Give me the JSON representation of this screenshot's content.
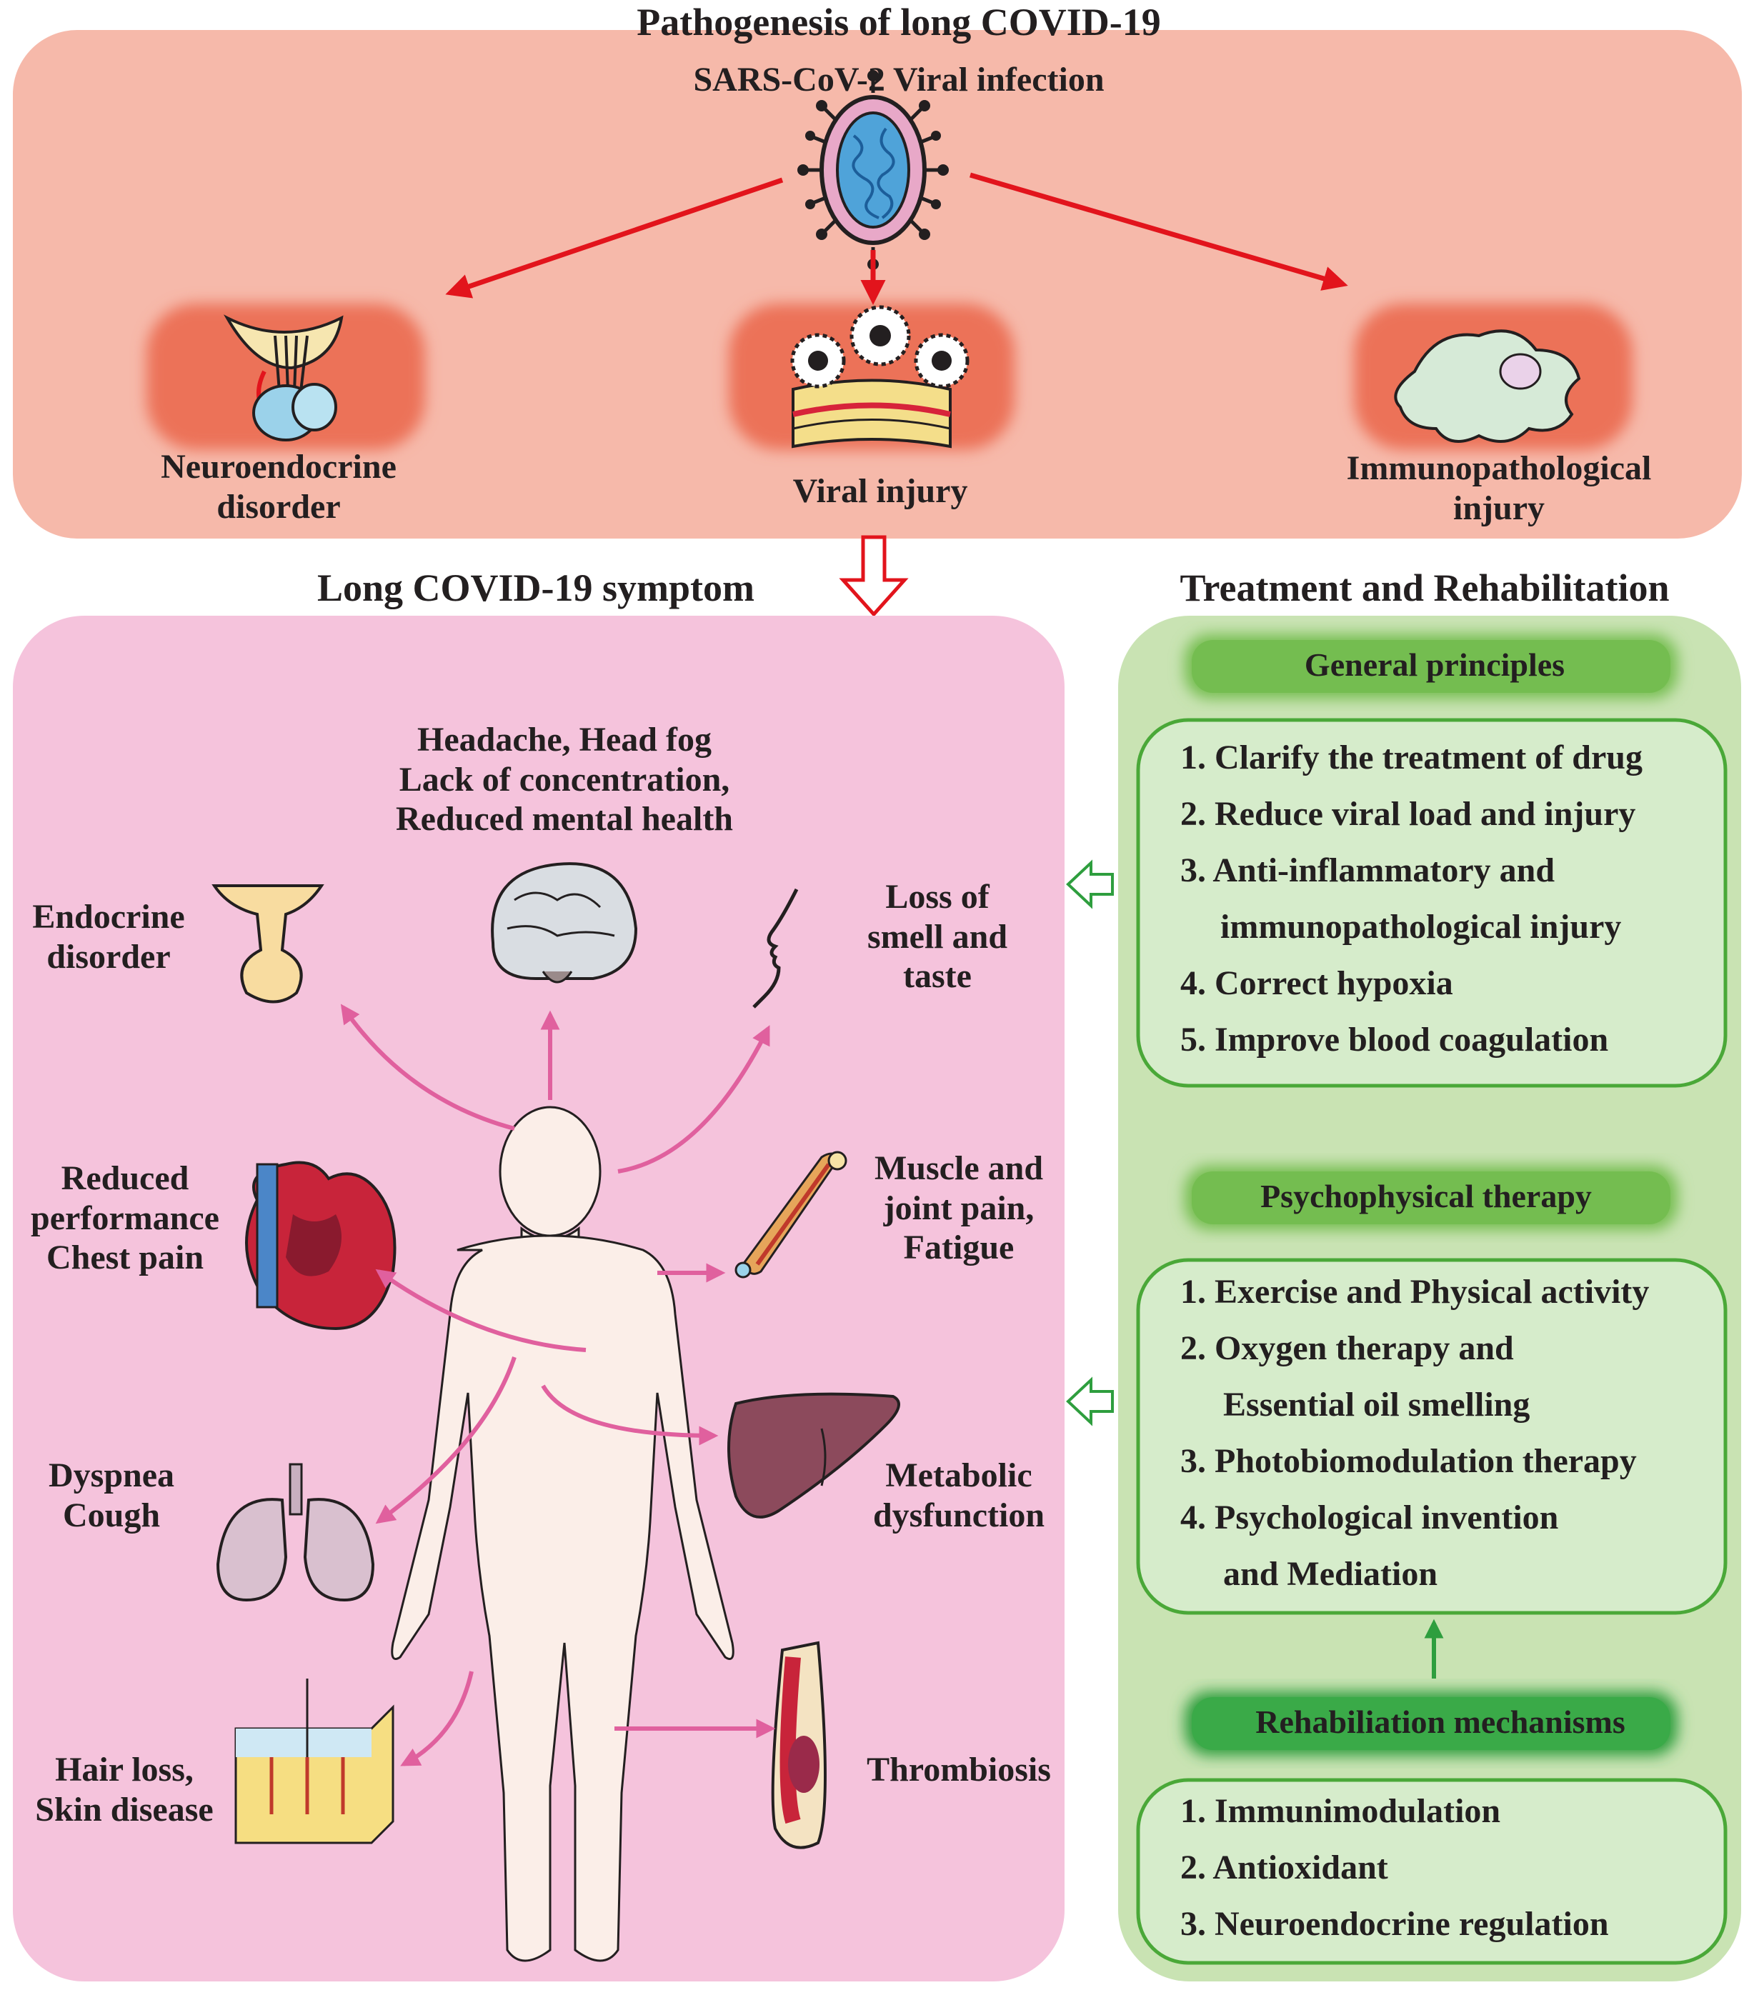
{
  "title": "Pathogenesis of long COVID-19",
  "infection_label": "SARS-CoV-2 Viral infection",
  "pathogenesis": {
    "neuroendocrine": [
      "Neuroendocrine",
      "disorder"
    ],
    "viral": "Viral injury",
    "immuno": [
      "Immunopathological",
      "injury"
    ]
  },
  "symptom_header": "Long COVID-19 symptom",
  "treatment_header": "Treatment and Rehabilitation",
  "symptoms": {
    "head": [
      "Headache, Head fog",
      "Lack of concentration,",
      "Reduced mental health"
    ],
    "endocrine": [
      "Endocrine",
      "disorder"
    ],
    "smell": [
      "Loss of",
      "smell and",
      "taste"
    ],
    "heart": [
      "Reduced",
      "performance",
      "Chest pain"
    ],
    "muscle": [
      "Muscle and",
      "joint pain,",
      "Fatigue"
    ],
    "lung": [
      "Dyspnea",
      "Cough"
    ],
    "liver": [
      "Metabolic",
      "dysfunction"
    ],
    "skin": [
      "Hair loss,",
      "Skin disease"
    ],
    "thrombosis": "Thrombiosis"
  },
  "general": {
    "title": "General principles",
    "items": [
      "1. Clarify the treatment of drug",
      "2. Reduce viral load and injury",
      "3. Anti-inflammatory and",
      "immunopathological injury",
      "4. Correct hypoxia",
      "5. Improve blood coagulation"
    ]
  },
  "psycho": {
    "title": "Psychophysical therapy",
    "items": [
      "1. Exercise and Physical activity",
      "2. Oxygen therapy and",
      "Essential oil smelling",
      "3. Photobiomodulation therapy",
      "4. Psychological invention",
      "and Mediation"
    ]
  },
  "rehab": {
    "title": "Rehabiliation mechanisms",
    "items": [
      "1. Immunimodulation",
      "2. Antioxidant",
      "3. Neuroendocrine regulation"
    ]
  },
  "colors": {
    "top_panel": "#f6b9aa",
    "inner_blob": "#ec7258",
    "symptom_panel": "#f5c3dc",
    "treatment_panel": "#c9e3b3",
    "pill_green": "#74bd50",
    "pill_dark_green": "#2e9e3e",
    "box_border": "#4aa838",
    "red_arrow": "#e2141c",
    "pink_arrow": "#e0609e"
  },
  "icons": [
    "virus-icon",
    "pituitary-icon",
    "virus-tissue-icon",
    "immune-cell-icon",
    "brain-icon",
    "face-icon",
    "heart-icon",
    "muscle-icon",
    "lungs-icon",
    "liver-icon",
    "skin-icon",
    "blood-vessel-icon",
    "human-body-icon"
  ]
}
